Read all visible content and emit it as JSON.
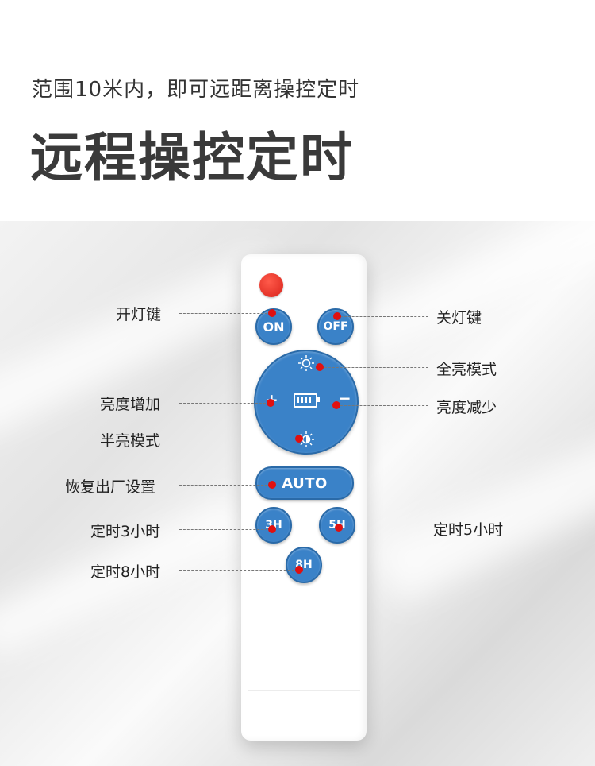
{
  "header": {
    "subtitle": "范围10米内，即可远距离操控定时",
    "title": "远程操控定时"
  },
  "remote": {
    "buttons": {
      "on": "ON",
      "off": "OFF",
      "plus": "+",
      "minus": "−",
      "auto": "AUTO",
      "h3": "3H",
      "h5": "5H",
      "h8": "8H"
    }
  },
  "labels": {
    "light_on": "开灯键",
    "light_off": "关灯键",
    "full_bright_mode": "全亮模式",
    "brightness_up": "亮度增加",
    "brightness_down": "亮度减少",
    "half_bright_mode": "半亮模式",
    "factory_reset": "恢复出厂设置",
    "timer_3h": "定时3小时",
    "timer_5h": "定时5小时",
    "timer_8h": "定时8小时"
  },
  "colors": {
    "button_blue": "#3a82c8",
    "marker_red": "#e01010",
    "power_led": "#d8221a"
  },
  "icons": {
    "full_bright": "sun-icon",
    "half_bright": "half-sun-icon",
    "battery": "battery-icon"
  }
}
